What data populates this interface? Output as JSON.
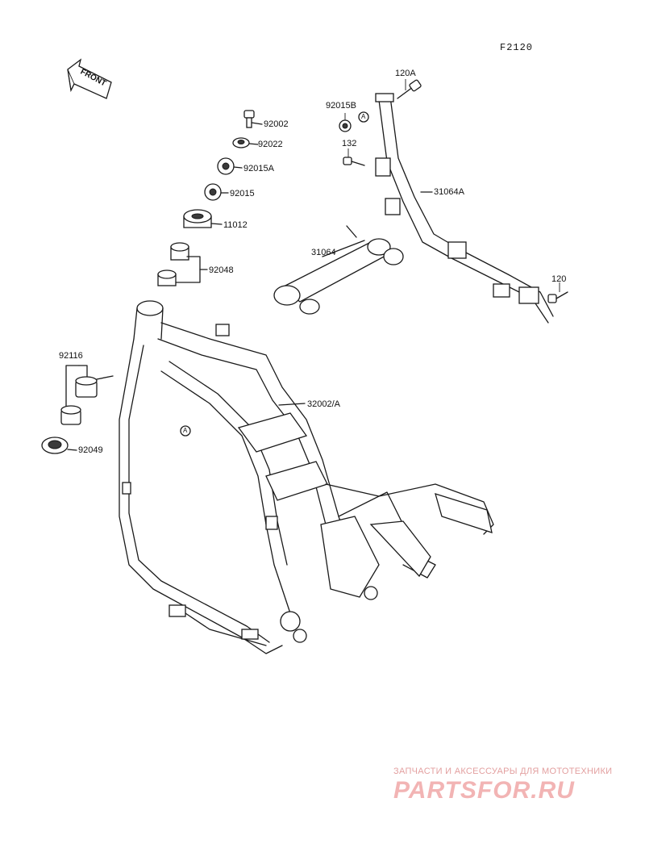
{
  "figure_code": "F2120",
  "front_arrow_label": "FRONT",
  "callout_a": "A",
  "labels": {
    "p92002": "92002",
    "p92022": "92022",
    "p92015A": "92015A",
    "p92015": "92015",
    "p11012": "11012",
    "p92048": "92048",
    "p92116": "92116",
    "p92049": "92049",
    "p31064": "31064",
    "p31064A": "31064A",
    "p120A": "120A",
    "p92015B": "92015B",
    "p132": "132",
    "p120": "120",
    "p32002A": "32002/A"
  },
  "watermark": {
    "tagline": "ЗАПЧАСТИ И АКСЕССУАРЫ ДЛЯ МОТОТЕХНИКИ",
    "brand": "PARTSFOR.RU",
    "color": "#f2b4b4"
  }
}
